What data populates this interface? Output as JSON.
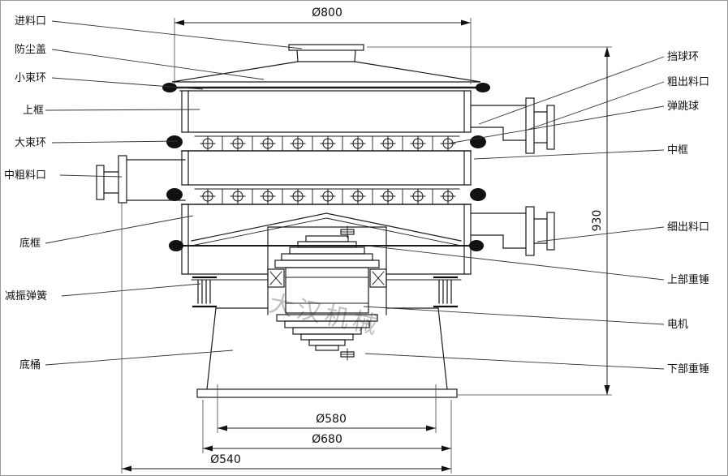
{
  "watermark": "大汉机械",
  "labels_left": [
    {
      "id": "feed-inlet",
      "text": "进料口"
    },
    {
      "id": "dust-cover",
      "text": "防尘盖"
    },
    {
      "id": "small-clamp-ring",
      "text": "小束环"
    },
    {
      "id": "upper-frame",
      "text": "上框"
    },
    {
      "id": "large-clamp-ring",
      "text": "大束环"
    },
    {
      "id": "mid-coarse-outlet",
      "text": "中粗料口"
    },
    {
      "id": "bottom-frame",
      "text": "底框"
    },
    {
      "id": "damping-spring",
      "text": "减振弹簧"
    },
    {
      "id": "bottom-barrel",
      "text": "底桶"
    }
  ],
  "labels_right": [
    {
      "id": "ball-stop-ring",
      "text": "挡球环"
    },
    {
      "id": "coarse-outlet",
      "text": "粗出料口"
    },
    {
      "id": "bouncing-ball",
      "text": "弹跳球"
    },
    {
      "id": "middle-frame",
      "text": "中框"
    },
    {
      "id": "fine-outlet",
      "text": "细出料口"
    },
    {
      "id": "upper-weight",
      "text": "上部重锤"
    },
    {
      "id": "motor",
      "text": "电机"
    },
    {
      "id": "lower-weight",
      "text": "下部重锤"
    }
  ],
  "dimensions": {
    "top_diameter": "Ø800",
    "overall_height": "930",
    "barrel_top_diameter": "Ø580",
    "base_flange_diameter": "Ø680",
    "bottom_diameter": "Ø540"
  }
}
